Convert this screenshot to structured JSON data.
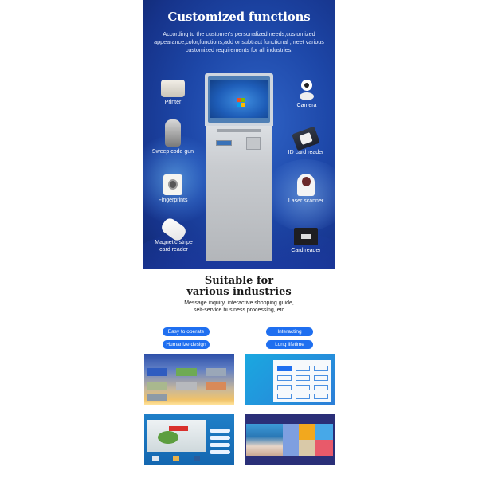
{
  "hero": {
    "title": "Customized functions",
    "description": "According to the customer's personalized needs,customized appearance,color,functions,add or subtract functional ,meet various customized requirements for all industries.",
    "accessories_left": [
      {
        "label": "Printer",
        "icon": "printer-icon"
      },
      {
        "label": "Sweep code gun",
        "icon": "barcode-scanner-icon"
      },
      {
        "label": "Fingerprints",
        "icon": "fingerprint-reader-icon"
      },
      {
        "label": "Magnetic stripe card reader",
        "line1": "Magnetic stripe",
        "line2": "card reader",
        "icon": "magnetic-card-reader-icon"
      }
    ],
    "accessories_right": [
      {
        "label": "Camera",
        "icon": "camera-icon"
      },
      {
        "label": "ID card reader",
        "icon": "id-card-reader-icon"
      },
      {
        "label": "Laser scanner",
        "icon": "laser-scanner-icon"
      },
      {
        "label": "Card reader",
        "icon": "card-reader-icon"
      }
    ],
    "colors": {
      "background": "#1d47a8",
      "text": "#ffffff"
    }
  },
  "industries": {
    "title_line1": "Suitable for",
    "title_line2": "various industries",
    "desc_line1": "Message inquiry, interactive shopping guide,",
    "desc_line2": "self-service business processing, etc",
    "features": [
      {
        "label": "Easy to operate"
      },
      {
        "label": "Interacting"
      },
      {
        "label": "Humanize design"
      },
      {
        "label": "Long lifetime"
      }
    ],
    "pill_color": "#1f6ff0"
  },
  "screenshots": [
    {
      "name": "service-portal-screen",
      "theme": "sunset blue"
    },
    {
      "name": "menu-grid-screen",
      "theme": "cyan"
    },
    {
      "name": "bank-info-screen",
      "theme": "blue green"
    },
    {
      "name": "fashion-store-screen",
      "theme": "navy tiles"
    }
  ]
}
